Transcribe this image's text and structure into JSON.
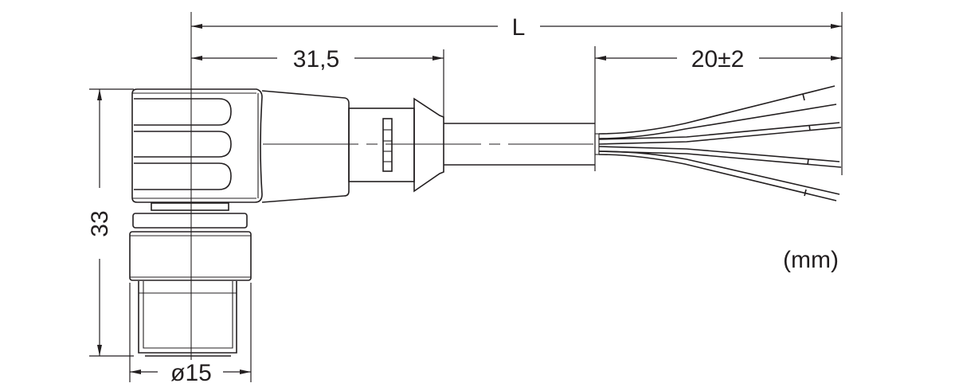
{
  "drawing": {
    "dimensions": {
      "overall_length": "L",
      "head_length": "31,5",
      "stripped_length": "20±2",
      "height": "33",
      "diameter": "ø15"
    },
    "unit": "(mm)",
    "line_color": "#231f20"
  }
}
